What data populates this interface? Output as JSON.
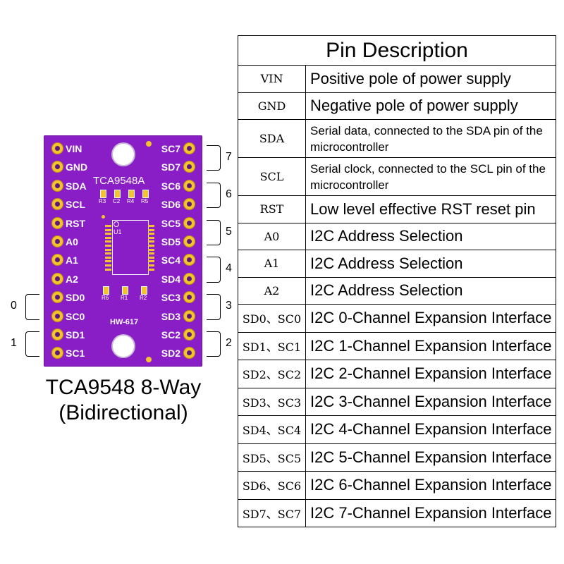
{
  "board": {
    "left_pins": [
      "VIN",
      "GND",
      "SDA",
      "SCL",
      "RST",
      "A0",
      "A1",
      "A2",
      "SD0",
      "SC0",
      "SD1",
      "SC1"
    ],
    "right_pins": [
      "SC7",
      "SD7",
      "SC6",
      "SD6",
      "SC5",
      "SD5",
      "SC4",
      "SD4",
      "SC3",
      "SD3",
      "SC2",
      "SD2"
    ],
    "chip_name": "TCA9548A",
    "model": "HW-617",
    "chip_ref": "U1",
    "top_components": [
      "R3",
      "C2",
      "R4",
      "R5"
    ],
    "bottom_components": [
      "R6",
      "R1",
      "R2"
    ],
    "colors": {
      "pcb": "#8a1ec6",
      "pad": "#f4c430",
      "silk": "#ffffff"
    }
  },
  "channel_brackets": {
    "right": [
      "7",
      "6",
      "5",
      "4",
      "3",
      "2"
    ],
    "left": [
      "0",
      "1"
    ]
  },
  "caption": {
    "line1": "TCA9548 8-Way",
    "line2": "(Bidirectional)"
  },
  "table": {
    "title": "Pin Description",
    "rows": [
      {
        "pin": "VIN",
        "desc": "Positive pole of power supply"
      },
      {
        "pin": "GND",
        "desc": "Negative pole of power supply"
      },
      {
        "pin": "SDA",
        "desc": "Serial data, connected to the SDA pin of the microcontroller"
      },
      {
        "pin": "SCL",
        "desc": "Serial clock, connected to the SCL pin of the microcontroller"
      },
      {
        "pin": "RST",
        "desc": "Low level effective RST reset pin"
      },
      {
        "pin": "A0",
        "desc": "I2C Address Selection"
      },
      {
        "pin": "A1",
        "desc": "I2C Address Selection"
      },
      {
        "pin": "A2",
        "desc": "I2C Address Selection"
      },
      {
        "pin": "SD0、SC0",
        "desc": "I2C 0-Channel Expansion Interface"
      },
      {
        "pin": "SD1、SC1",
        "desc": "I2C 1-Channel Expansion Interface"
      },
      {
        "pin": "SD2、SC2",
        "desc": "I2C 2-Channel Expansion Interface"
      },
      {
        "pin": "SD3、SC3",
        "desc": "I2C 3-Channel Expansion Interface"
      },
      {
        "pin": "SD4、SC4",
        "desc": "I2C 4-Channel Expansion Interface"
      },
      {
        "pin": "SD5、SC5",
        "desc": "I2C 5-Channel Expansion Interface"
      },
      {
        "pin": "SD6、SC6",
        "desc": "I2C 6-Channel Expansion Interface"
      },
      {
        "pin": "SD7、SC7",
        "desc": "I2C 7-Channel Expansion Interface"
      }
    ]
  }
}
